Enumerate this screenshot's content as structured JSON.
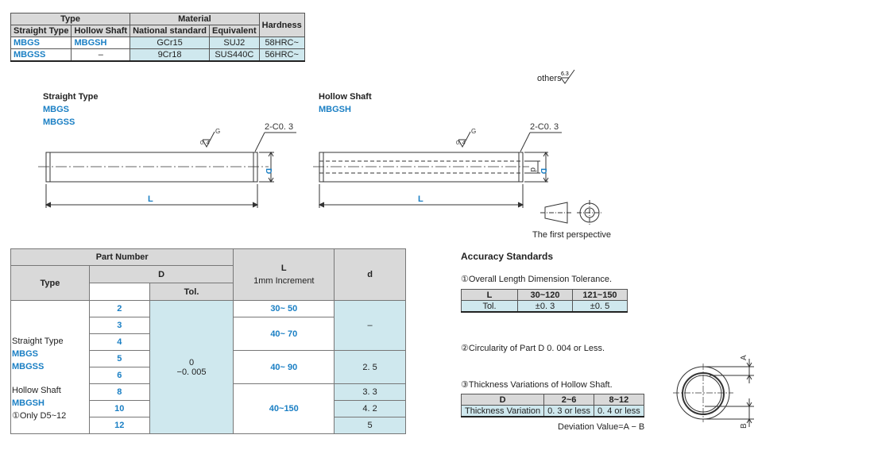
{
  "material_table": {
    "h_type": "Type",
    "h_material": "Material",
    "h_hardness": "Hardness",
    "h_straight": "Straight Type",
    "h_hollow": "Hollow Shaft",
    "h_national": "National standard",
    "h_equivalent": "Equivalent",
    "rows": [
      {
        "straight": "MBGS",
        "hollow": "MBGSH",
        "national": "GCr15",
        "equivalent": "SUJ2",
        "hardness": "58HRC~"
      },
      {
        "straight": "MBGSS",
        "hollow": "–",
        "national": "9Cr18",
        "equivalent": "SUS440C",
        "hardness": "56HRC~"
      }
    ]
  },
  "others_label": "others",
  "others_roughness": "6.3",
  "straight_drawing": {
    "title": "Straight Type",
    "codes": [
      "MBGS",
      "MBGSS"
    ],
    "chamfer": "2-C0. 3",
    "roughness_val": "0. 4",
    "roughness_g": "G",
    "dim_D": "D",
    "dim_L": "L"
  },
  "hollow_drawing": {
    "title": "Hollow Shaft",
    "code": "MBGSH",
    "chamfer": "2-C0. 3",
    "roughness_val": "0. 4",
    "roughness_g": "G",
    "dim_D": "D",
    "dim_d": "d",
    "dim_L": "L"
  },
  "perspective_label": "The first perspective",
  "part_table": {
    "h_part_number": "Part Number",
    "h_type": "Type",
    "h_D": "D",
    "h_tol": "Tol.",
    "h_L": "L",
    "h_L_sub": "1mm Increment",
    "h_d": "d",
    "type_lines": [
      "Straight Type",
      "MBGS",
      "MBGSS",
      "",
      "Hollow Shaft",
      "MBGSH",
      "①Only  D5~12"
    ],
    "D_values": [
      "2",
      "3",
      "4",
      "5",
      "6",
      "8",
      "10",
      "12"
    ],
    "tol_top": "0",
    "tol_bottom": "−0. 005",
    "L_values": [
      "30~ 50",
      "40~ 70",
      "40~ 90",
      "40~150"
    ],
    "d_values": [
      "–",
      "2. 5",
      "3. 3",
      "4. 2",
      "5"
    ]
  },
  "accuracy": {
    "title": "Accuracy Standards",
    "s1": "①Overall Length Dimension Tolerance.",
    "t1_headers": [
      "L",
      "30~120",
      "121~150"
    ],
    "t1_row": [
      "Tol.",
      "±0. 3",
      "±0. 5"
    ],
    "s2": "②Circularity of Part D 0. 004 or Less.",
    "s3": "③Thickness Variations of Hollow Shaft.",
    "t3_headers": [
      "D",
      "2~6",
      "8~12"
    ],
    "t3_row": [
      "Thickness Variation",
      "0. 3 or less",
      "0. 4 or less"
    ],
    "deviation": "Deviation Value=A − B",
    "label_A": "A",
    "label_B": "B"
  }
}
